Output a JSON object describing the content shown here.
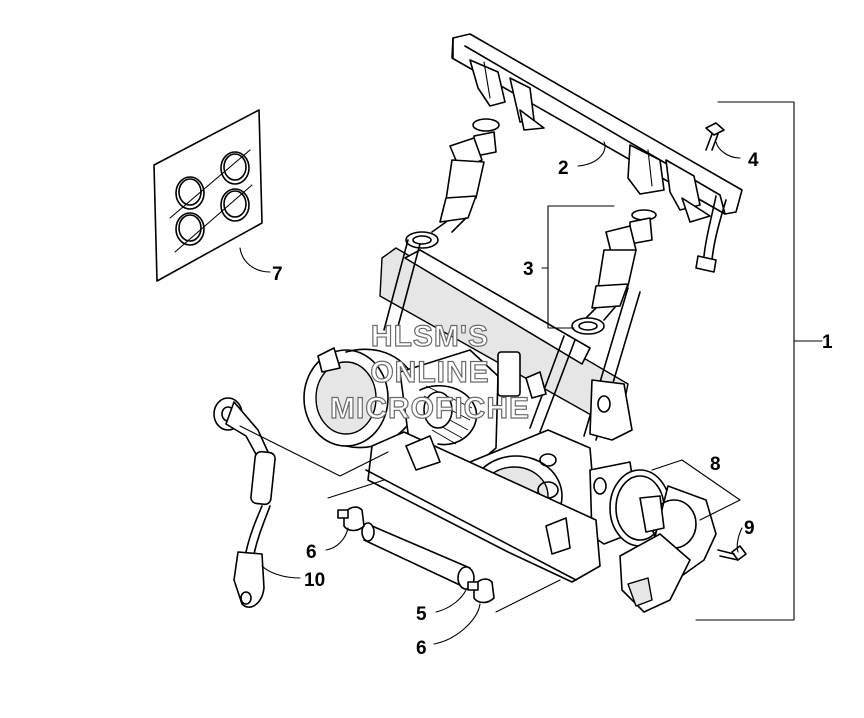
{
  "diagram": {
    "watermark": [
      "HLSM'S",
      "ONLINE",
      "MICROFICHE"
    ],
    "callouts": {
      "c1": "1",
      "c2": "2",
      "c3": "3",
      "c4": "4",
      "c5": "5",
      "c6a": "6",
      "c6b": "6",
      "c7": "7",
      "c8": "8",
      "c9": "9",
      "c10": "10"
    }
  },
  "parts": [
    {
      "id": "throttle-body-assembly",
      "ref": "1"
    },
    {
      "id": "fuel-rail",
      "ref": "2"
    },
    {
      "id": "fuel-injector",
      "ref": "3"
    },
    {
      "id": "screw",
      "ref": "4"
    },
    {
      "id": "hose",
      "ref": "5"
    },
    {
      "id": "hose-clamp",
      "ref": "6"
    },
    {
      "id": "gasket",
      "ref": "7"
    },
    {
      "id": "sensor-o-ring",
      "ref": "8"
    },
    {
      "id": "sensor-screw",
      "ref": "9"
    },
    {
      "id": "cable-link",
      "ref": "10"
    }
  ]
}
